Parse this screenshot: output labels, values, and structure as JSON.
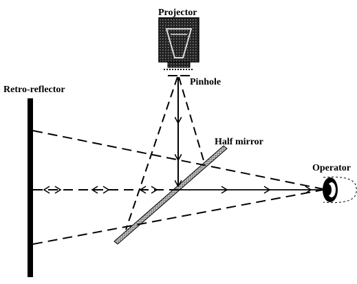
{
  "labels": {
    "projector": "Projector",
    "pinhole": "Pinhole",
    "retro_reflector": "Retro-reflector",
    "half_mirror": "Half mirror",
    "operator": "Operator"
  },
  "colors": {
    "ink": "#000000",
    "mirror_fill": "#bdbdbd",
    "background": "#ffffff"
  },
  "icons": [
    "projector-icon",
    "eye-icon",
    "pinhole-icon"
  ]
}
